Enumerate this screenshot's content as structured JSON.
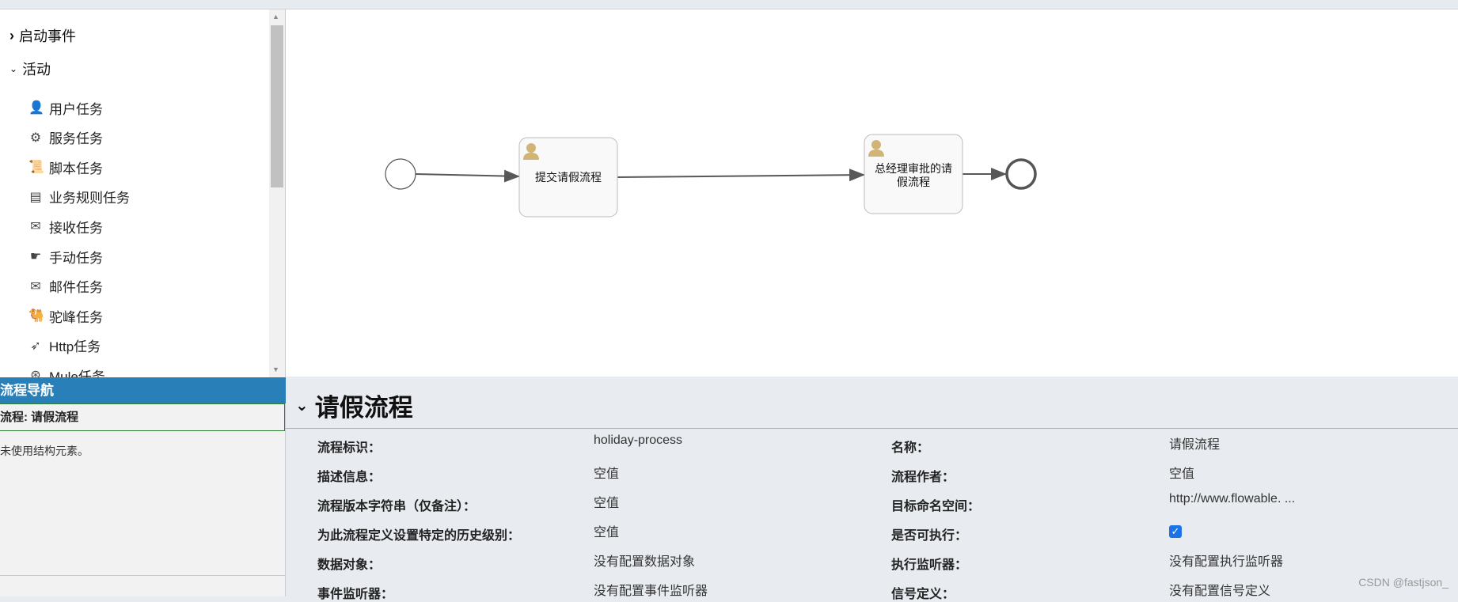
{
  "palette": {
    "groups": [
      {
        "label": "启动事件",
        "expanded": false
      },
      {
        "label": "活动",
        "expanded": true
      }
    ],
    "items": [
      {
        "icon": "user-icon",
        "glyph": "👤",
        "label": "用户任务"
      },
      {
        "icon": "gear-icon",
        "glyph": "⚙",
        "label": "服务任务"
      },
      {
        "icon": "script-icon",
        "glyph": "📜",
        "label": "脚本任务"
      },
      {
        "icon": "table-icon",
        "glyph": "▤",
        "label": "业务规则任务"
      },
      {
        "icon": "envelope-open-icon",
        "glyph": "✉",
        "label": "接收任务"
      },
      {
        "icon": "hand-icon",
        "glyph": "☛",
        "label": "手动任务"
      },
      {
        "icon": "envelope-icon",
        "glyph": "✉",
        "label": "邮件任务"
      },
      {
        "icon": "camel-icon",
        "glyph": "🐫",
        "label": "驼峰任务"
      },
      {
        "icon": "rocket-icon",
        "glyph": "➶",
        "label": "Http任务"
      },
      {
        "icon": "mule-icon",
        "glyph": "⊛",
        "label": "Mule任务"
      }
    ]
  },
  "navigator": {
    "title": "流程导航",
    "item": "流程: 请假流程",
    "note": "未使用结构元素。"
  },
  "diagram": {
    "task1": "提交请假流程",
    "task2_line1": "总经理审批的请",
    "task2_line2": "假流程",
    "user_icon_color": "#d1b574"
  },
  "properties": {
    "title": "请假流程",
    "left": [
      {
        "label": "流程标识：",
        "value": "holiday-process"
      },
      {
        "label": "描述信息：",
        "value": "空值"
      },
      {
        "label": "流程版本字符串（仅备注）：",
        "value": "空值"
      },
      {
        "label": "为此流程定义设置特定的历史级别：",
        "value": "空值"
      },
      {
        "label": "数据对象：",
        "value": "没有配置数据对象"
      },
      {
        "label": "事件监听器：",
        "value": "没有配置事件监听器"
      }
    ],
    "right": [
      {
        "label": "名称：",
        "value": "请假流程"
      },
      {
        "label": "流程作者：",
        "value": "空值"
      },
      {
        "label": "目标命名空间：",
        "value": "http://www.flowable. ..."
      },
      {
        "label": "是否可执行：",
        "value": null,
        "checked": true
      },
      {
        "label": "执行监听器：",
        "value": "没有配置执行监听器"
      },
      {
        "label": "信号定义：",
        "value": "没有配置信号定义"
      }
    ]
  },
  "watermark": "CSDN @fastjson_"
}
